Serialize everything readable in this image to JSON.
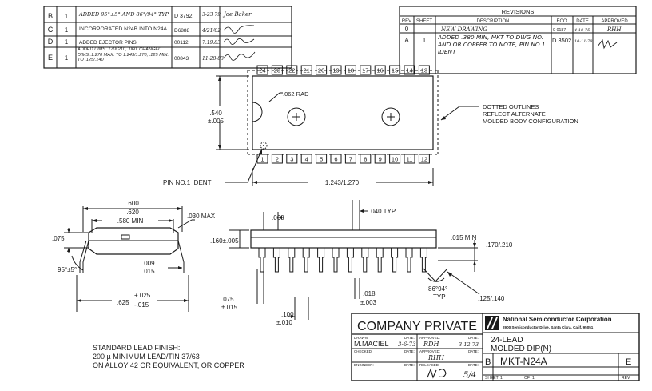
{
  "rev_table_left": {
    "rows": [
      {
        "rev": "B",
        "sheet": "1",
        "description": "ADDED 95°±5° AND 86°/94° TYP",
        "eco": "D 3792",
        "date": "3-23 79",
        "approved": "Joe Baker"
      },
      {
        "rev": "C",
        "sheet": "1",
        "description": "INCORPORATED N24B INTO N24A.",
        "eco": "D6888",
        "date": "4/21/82",
        "approved": ""
      },
      {
        "rev": "D",
        "sheet": "1",
        "description": "ADDED EJECTOR PINS",
        "eco": "00112",
        "date": "7.19.83",
        "approved": ""
      },
      {
        "rev": "E",
        "sheet": "1",
        "description": "ADDED DIMS .170/.210, .060, CHANGED DIMS .1.270 MAX. TO 1.243/1.270, .125 MIN. TO .125/.140",
        "eco": "00843",
        "date": "11-28-83",
        "approved": ""
      }
    ]
  },
  "rev_table_right": {
    "title": "REVISIONS",
    "headers": [
      "REV",
      "SHEET",
      "DESCRIPTION",
      "ECO",
      "DATE",
      "APPROVED"
    ],
    "rows": [
      {
        "rev": "0",
        "sheet": "",
        "description": "NEW DRAWING",
        "eco": "0-0187",
        "date": "4-18-75",
        "approved": "RHH"
      },
      {
        "rev": "A",
        "sheet": "1",
        "description": "ADDED .380 MIN, MKT TO DWG NO. AND OR COPPER TO NOTE, PIN NO.1 IDENT",
        "eco": "D 3502",
        "date": "10-11-78",
        "approved": ""
      }
    ]
  },
  "top_view": {
    "top_pins": [
      "24",
      "23",
      "22",
      "21",
      "20",
      "19",
      "18",
      "17",
      "16",
      "15",
      "14",
      "13"
    ],
    "bottom_pins": [
      "1",
      "2",
      "3",
      "4",
      "5",
      "6",
      "7",
      "8",
      "9",
      "10",
      "11",
      "12"
    ],
    "dim_width": ".540",
    "dim_width_tol": "±.005",
    "rad": ".062 RAD",
    "pin1_label": "PIN NO.1 IDENT",
    "length": "1.243/1.270",
    "note_lines": [
      "DOTTED OUTLINES",
      "REFLECT ALTERNATE",
      "MOLDED BODY CONFIGURATION"
    ]
  },
  "end_view": {
    "d600": ".600",
    "d620": ".620",
    "d580": ".580 MIN",
    "d030": ".030 MAX",
    "d075": ".075",
    "angle": "95°±5°",
    "d009": ".009",
    "d015a": ".015",
    "d625": ".625",
    "tol_plus": "+.025",
    "tol_minus": "-.015"
  },
  "side_view": {
    "d060": ".060",
    "d040": ".040 TYP",
    "d160": ".160±.005",
    "d015min": ".015 MIN",
    "d170": ".170/.210",
    "d075": ".075",
    "d015b": "±.015",
    "d100": ".100",
    "d010": "±.010",
    "d018": ".018",
    "d003": "±.003",
    "angle": "86°94°",
    "typ": "TYP",
    "d125": ".125/.140"
  },
  "notes": {
    "line1": "STANDARD LEAD FINISH:",
    "line2": "200 µ MINIMUM LEAD/TIN 37/63",
    "line3": "ON ALLOY 42 OR EQUIVALENT, OR COPPER"
  },
  "title_block": {
    "company_private": "COMPANY PRIVATE",
    "company": "National Semiconductor Corporation",
    "address": "2900 Semiconductor Drive, Santa Clara, Calif. 95051",
    "drawn_label": "DRAWN:",
    "drawn_by": "M.MACIEL",
    "drawn_date": "3-6-73",
    "checked_label": "CHECKED:",
    "engineer_label": "ENGINEER:",
    "date_label": "DATE:",
    "approved_label": "APPROVED:",
    "approved_by": "RDH",
    "approved_date": "3-12-73",
    "approved2_by": "RHH",
    "released_label": "RELEASED:",
    "released_date": "5/4",
    "title1": "24-LEAD",
    "title2": "MOLDED DIP(N)",
    "size": "B",
    "drawing_no": "MKT-N24A",
    "rev": "E",
    "sheet": "SHEET",
    "sheet_no": "1",
    "of": "OF",
    "of_no": "1",
    "rev_label": "REV."
  }
}
